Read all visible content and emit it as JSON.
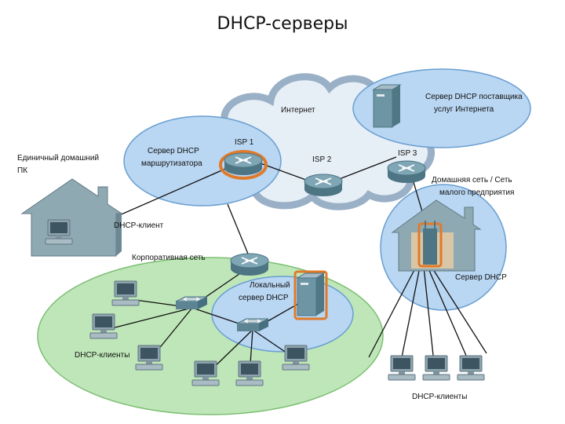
{
  "title": "DHCP-серверы",
  "labels": {
    "internet": "Интернет",
    "isp_server_1": "Сервер DHCP поставщика",
    "isp_server_2": "услуг Интернета",
    "isp1": "ISP 1",
    "isp2": "ISP 2",
    "isp3": "ISP 3",
    "router_server_1": "Сервер DHCP",
    "router_server_2": "маршрутизатора",
    "single_home_1": "Единичный домашний",
    "single_home_2": "ПК",
    "dhcp_client": "DHCP-клиент",
    "corporate_net": "Корпоративная сеть",
    "local_server_1": "Локальный",
    "local_server_2": "сервер DHCP",
    "home_office_1": "Домашняя сеть / Сеть",
    "home_office_2": "малого предприятия",
    "dhcp_server": "Сервер DHCP",
    "dhcp_clients_left": "DHCP-клиенты",
    "dhcp_clients_bottom": "DHCP-клиенты"
  },
  "colors": {
    "blue_zone": "#b9d6f2",
    "blue_zone_stroke": "#6a9fd0",
    "green_zone": "#bfe6b8",
    "green_zone_stroke": "#7bbf72",
    "cloud": "#e6eef6",
    "cloud_stroke": "#9ab0c6",
    "router": "#6f9aaa",
    "router_highlight": "#e07a2a",
    "server": "#6f9aaa",
    "house": "#8fa9b3"
  }
}
